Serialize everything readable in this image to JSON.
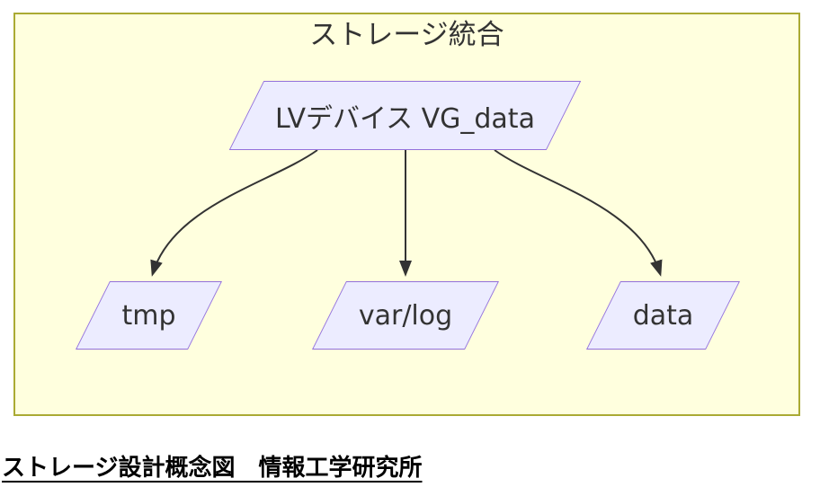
{
  "colors": {
    "cluster-fill": "#ffffde",
    "cluster-border": "#aaaa33",
    "node-fill": "#ececff",
    "node-border": "#9370db",
    "text": "#333333",
    "edge": "#333333",
    "caption": "#000000"
  },
  "diagram": {
    "type": "flowchart",
    "cluster": {
      "title": "ストレージ統合"
    },
    "nodes": [
      {
        "id": "root",
        "label": "LVデバイス VG_data",
        "shape": "parallelogram"
      },
      {
        "id": "tmp",
        "label": "tmp",
        "shape": "parallelogram"
      },
      {
        "id": "varlog",
        "label": "var/log",
        "shape": "parallelogram"
      },
      {
        "id": "data",
        "label": "data",
        "shape": "parallelogram"
      }
    ],
    "edges": [
      {
        "from": "root",
        "to": "tmp"
      },
      {
        "from": "root",
        "to": "varlog"
      },
      {
        "from": "root",
        "to": "data"
      }
    ]
  },
  "caption": {
    "text": "ストレージ設計概念図　情報工学研究所"
  }
}
